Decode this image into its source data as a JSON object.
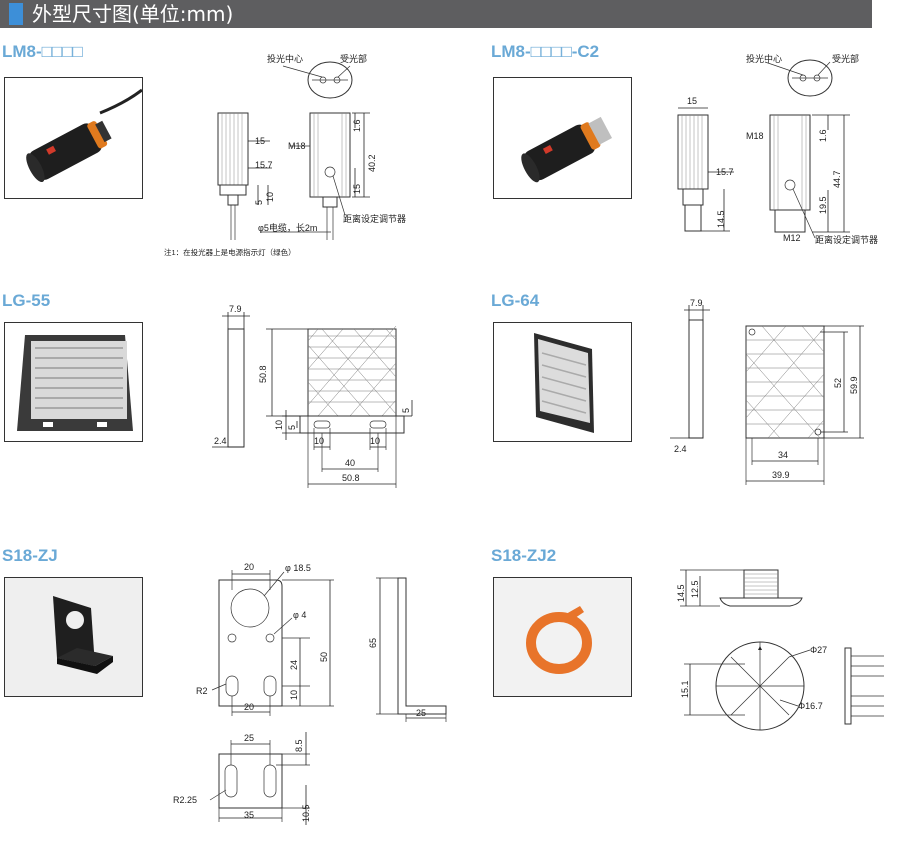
{
  "header": {
    "title": "外型尺寸图(单位:mm)",
    "accent_color": "#3d8fd8",
    "bar_color": "#5e5e60"
  },
  "model_color": "#6aa9d6",
  "products": [
    {
      "id": "lm8",
      "model": "LM8-□□□□"
    },
    {
      "id": "lm8c2",
      "model": "LM8-□□□□-C2"
    },
    {
      "id": "lg55",
      "model": "LG-55"
    },
    {
      "id": "lg64",
      "model": "LG-64"
    },
    {
      "id": "s18zj",
      "model": "S18-ZJ"
    },
    {
      "id": "s18zj2",
      "model": "S18-ZJ2"
    }
  ],
  "lm8": {
    "emitter_center": "投光中心",
    "receiver": "受光部",
    "thread": "M18",
    "dims": [
      "15",
      "15.7",
      "5",
      "10",
      "1.6",
      "40.2",
      "15"
    ],
    "cable": "φ5电缆，长2m",
    "adjuster": "距离设定调节器",
    "note": "注1：在投光器上是电源指示灯（绿色）"
  },
  "lm8c2": {
    "emitter_center": "投光中心",
    "receiver": "受光部",
    "thread": "M18",
    "connector": "M12",
    "dims": [
      "15",
      "15.7",
      "14.5",
      "1.6",
      "44.7",
      "19.5"
    ],
    "adjuster": "距离设定调节器"
  },
  "lg55": {
    "dims": [
      "7.9",
      "50.8",
      "2.4",
      "10",
      "5",
      "10",
      "5",
      "10",
      "40",
      "50.8"
    ]
  },
  "lg64": {
    "dims": [
      "7.9",
      "52",
      "59.9",
      "2.4",
      "34",
      "39.9"
    ]
  },
  "s18zj": {
    "dims": [
      "20",
      "φ 18.5",
      "φ 4",
      "24",
      "50",
      "10",
      "R2",
      "20",
      "65",
      "25",
      "25",
      "8.5",
      "R2.25",
      "35",
      "10.5"
    ]
  },
  "s18zj2": {
    "dims": [
      "14.5",
      "12.5",
      "Φ27",
      "15.1",
      "Φ16.7"
    ]
  }
}
